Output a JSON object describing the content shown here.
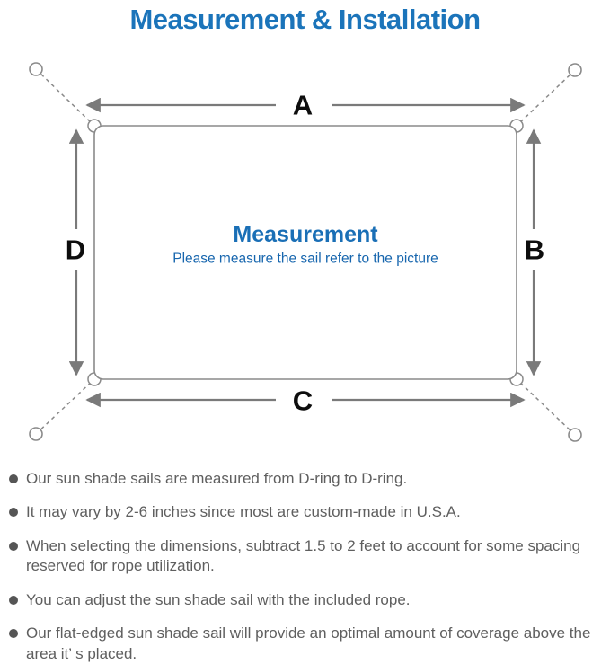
{
  "title": "Measurement & Installation",
  "diagram": {
    "label_a": "A",
    "label_b": "B",
    "label_c": "C",
    "label_d": "D",
    "center_heading": "Measurement",
    "center_subtext": "Please measure the sail refer to the picture"
  },
  "notes": [
    "Our sun shade sails are measured from D-ring to D-ring.",
    "It may vary by 2-6 inches since most are custom-made in U.S.A.",
    "When selecting the dimensions, subtract 1.5 to 2 feet to account for some spacing reserved for rope utilization.",
    "You can adjust the sun shade sail with the included rope.",
    "Our flat-edged sun shade sail will provide an optimal amount of coverage above the area it’ s placed."
  ],
  "colors": {
    "title_blue": "#1b74ba",
    "center_heading_blue": "#1a6fb6",
    "center_subtext_blue": "#1766ae",
    "line_gray": "#8a8a8a",
    "arrow_gray": "#7a7a7a",
    "note_text_gray": "#5f5f5f",
    "dim_label_black": "#0d0d0d"
  }
}
